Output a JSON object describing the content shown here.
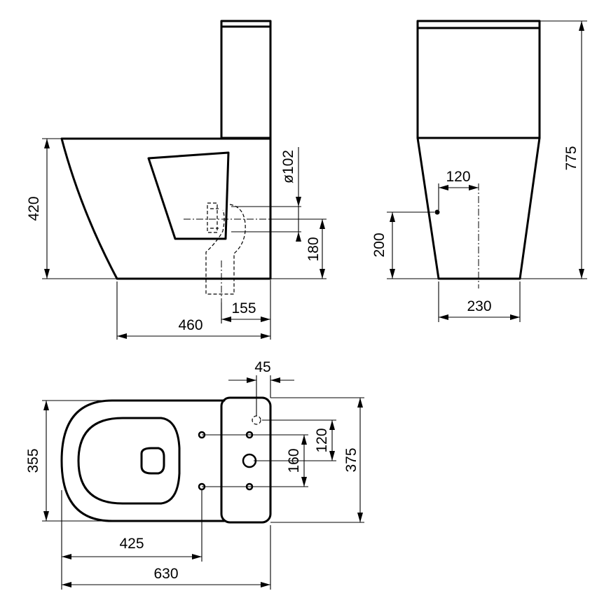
{
  "side_view": {
    "height": "420",
    "pipe_diameter": "ø102",
    "outlet_height": "180",
    "outlet_offset": "155",
    "depth": "460"
  },
  "front_view": {
    "total_height": "775",
    "connection_offset": "120",
    "connection_height": "200",
    "base_width": "230"
  },
  "top_view": {
    "hole_offset": "45",
    "width": "355",
    "tank_width": "375",
    "hole_spacing_a": "120",
    "hole_spacing_b": "160",
    "fixing_length": "425",
    "total_length": "630"
  }
}
